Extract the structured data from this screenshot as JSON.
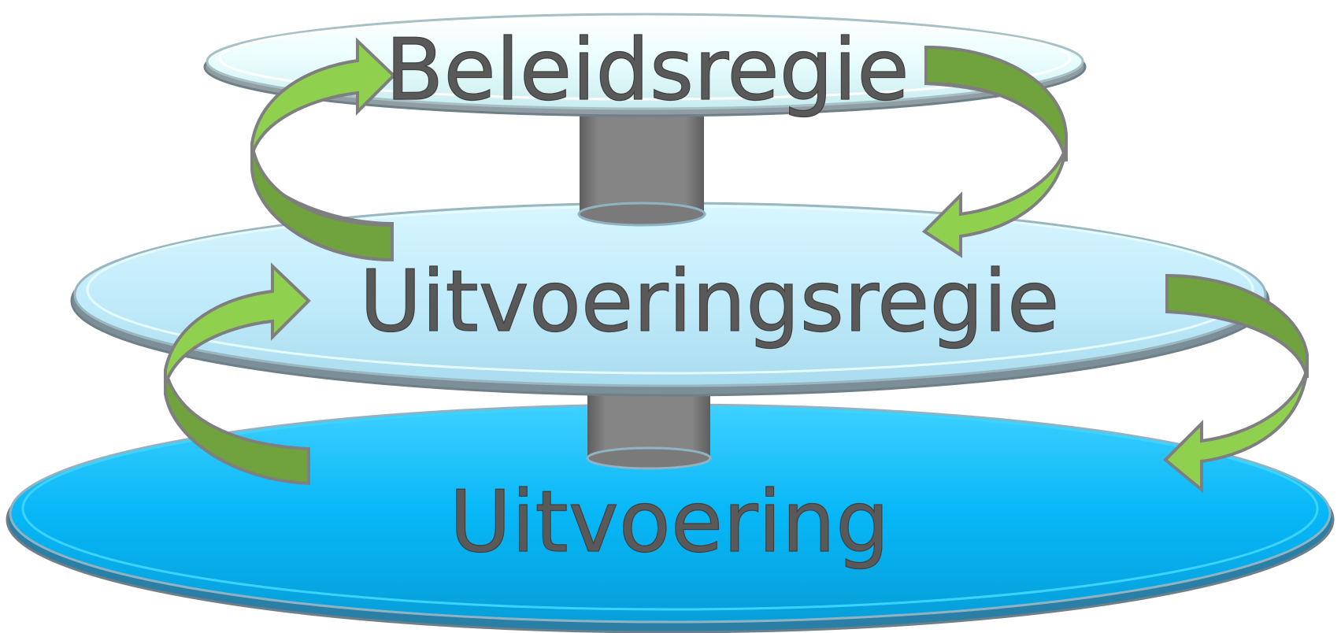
{
  "diagram": {
    "layers": {
      "top": "Beleidsregie",
      "middle": "Uitvoeringsregie",
      "bottom": "Uitvoering"
    }
  },
  "colors": {
    "top_disc": "#e9fdfd",
    "middle_disc": "#c2ecfb",
    "bottom_disc": "#07b7f7",
    "pillar": "#7f7f7f",
    "arrow_front": "#8fd14f",
    "arrow_back": "#70a33d",
    "label": "#595959"
  }
}
